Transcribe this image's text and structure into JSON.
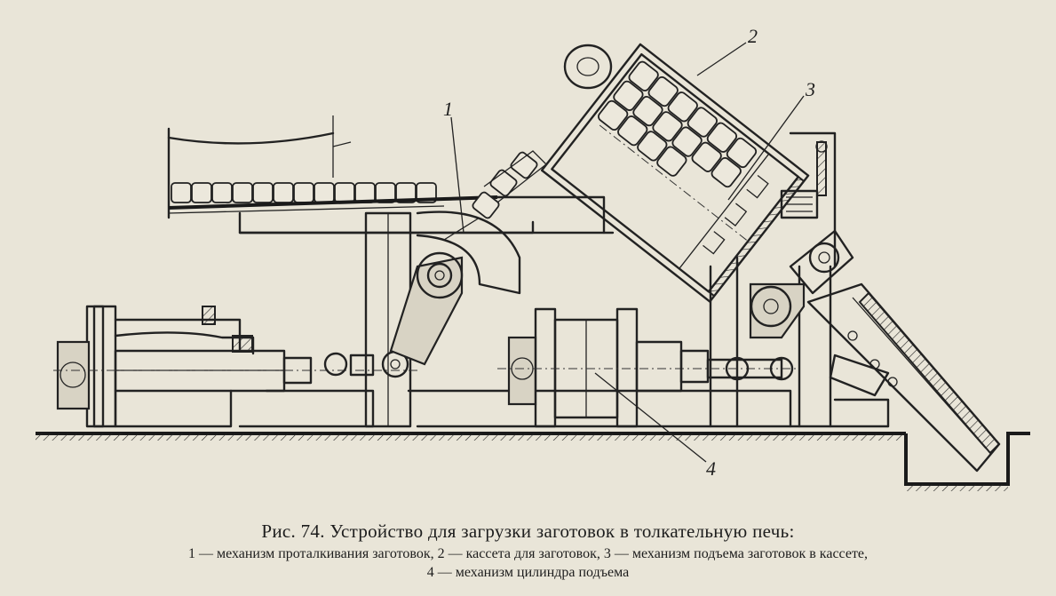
{
  "figure": {
    "callouts": [
      "1",
      "2",
      "3",
      "4"
    ]
  },
  "caption": {
    "title": "Рис. 74. Устройство для загрузки заготовок в толкательную печь:",
    "legend_line1": "1 — механизм проталкивания заготовок, 2 — кассета для заготовок, 3 — механизм  подъема заготовок  в кассете,",
    "legend_line2": "4 — механизм цилиндра подъема"
  }
}
